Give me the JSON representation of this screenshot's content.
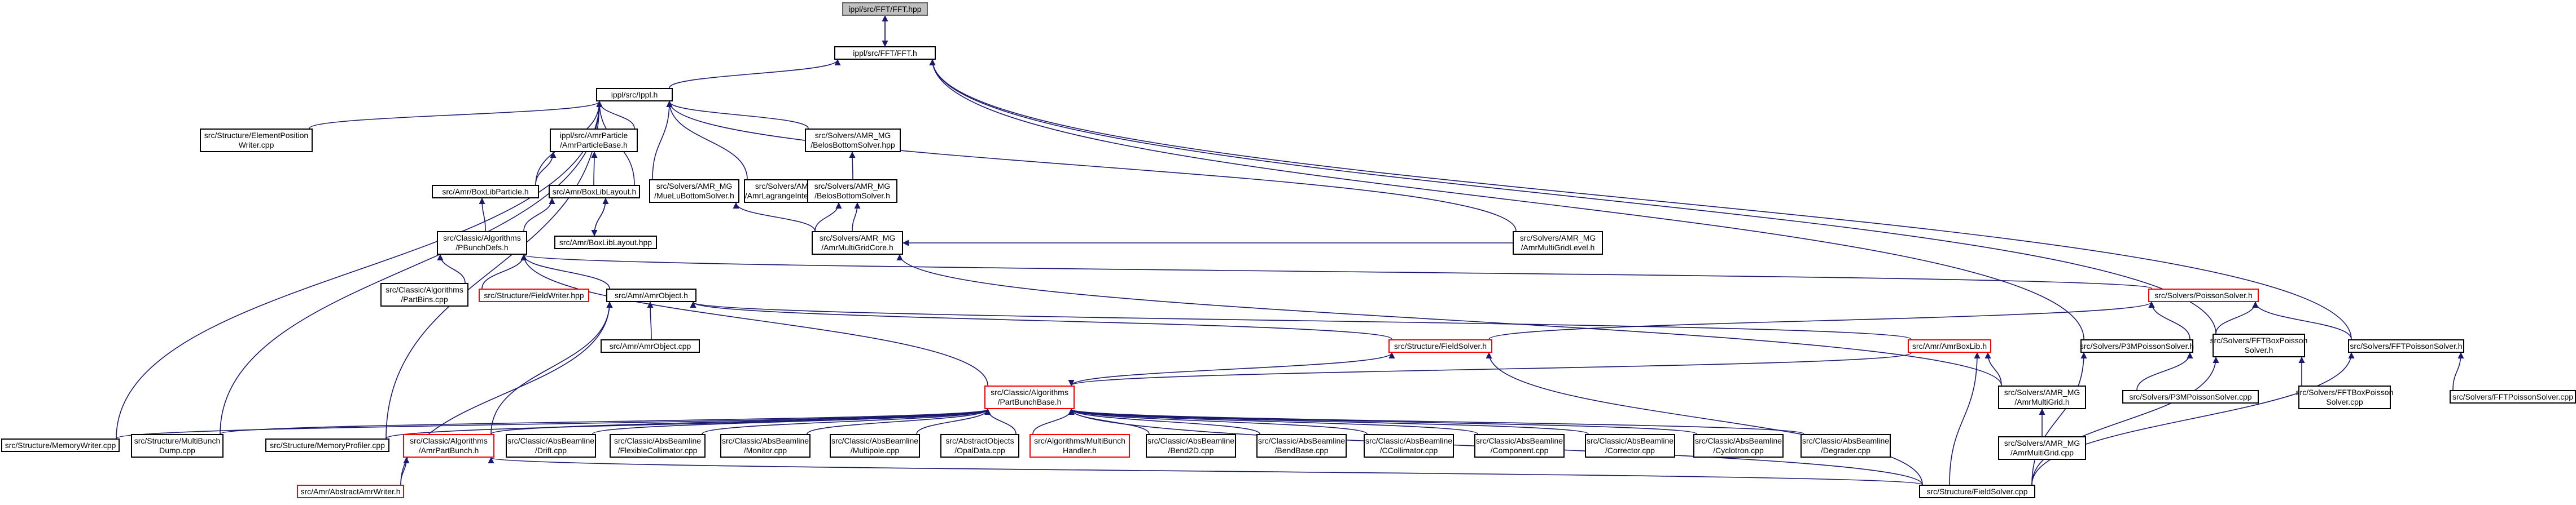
{
  "nodes": [
    {
      "id": "root",
      "label": "ippl/src/FFT/FFT.hpp",
      "style": "root"
    },
    {
      "id": "ffth",
      "label": "ippl/src/FFT/FFT.h",
      "style": "normal"
    },
    {
      "id": "ipplh",
      "label": "ippl/src/Ippl.h",
      "style": "normal"
    },
    {
      "id": "elem",
      "label": "src/Structure/ElementPosition\nWriter.cpp",
      "style": "normal"
    },
    {
      "id": "amrpb",
      "label": "ippl/src/AmrParticle\n/AmrParticleBase.h",
      "style": "normal"
    },
    {
      "id": "boxlibp",
      "label": "src/Amr/BoxLibParticle.h",
      "style": "normal"
    },
    {
      "id": "boxlibl",
      "label": "src/Amr/BoxLibLayout.h",
      "style": "normal"
    },
    {
      "id": "boxliblhpp",
      "label": "src/Amr/BoxLibLayout.hpp",
      "style": "normal"
    },
    {
      "id": "mueluh",
      "label": "src/Solvers/AMR_MG\n/MueLuBottomSolver.h",
      "style": "normal"
    },
    {
      "id": "lagrangeh",
      "label": "src/Solvers/AMR_MG\n/AmrLagrangeInterpolater.h",
      "style": "normal"
    },
    {
      "id": "belhpp",
      "label": "src/Solvers/AMR_MG\n/BelosBottomSolver.hpp",
      "style": "normal"
    },
    {
      "id": "belh",
      "label": "src/Solvers/AMR_MG\n/BelosBottomSolver.h",
      "style": "normal"
    },
    {
      "id": "mgcore",
      "label": "src/Solvers/AMR_MG\n/AmrMultiGridCore.h",
      "style": "normal"
    },
    {
      "id": "mglevel",
      "label": "src/Solvers/AMR_MG\n/AmrMultiGridLevel.h",
      "style": "normal"
    },
    {
      "id": "pbunchdefs",
      "label": "src/Classic/Algorithms\n/PBunchDefs.h",
      "style": "normal"
    },
    {
      "id": "partbins",
      "label": "src/Classic/Algorithms\n/PartBins.cpp",
      "style": "normal"
    },
    {
      "id": "fieldwriter",
      "label": "src/Structure/FieldWriter.hpp",
      "style": "red"
    },
    {
      "id": "amrobjh",
      "label": "src/Amr/AmrObject.h",
      "style": "normal"
    },
    {
      "id": "amrobjcpp",
      "label": "src/Amr/AmrObject.cpp",
      "style": "normal"
    },
    {
      "id": "poissonh",
      "label": "src/Solvers/PoissonSolver.h",
      "style": "red"
    },
    {
      "id": "fieldsolverh",
      "label": "src/Structure/FieldSolver.h",
      "style": "red"
    },
    {
      "id": "amrboxlibh",
      "label": "src/Amr/AmrBoxLib.h",
      "style": "red"
    },
    {
      "id": "p3mh",
      "label": "src/Solvers/P3MPoissonSolver.h",
      "style": "normal"
    },
    {
      "id": "fftboxh",
      "label": "src/Solvers/FFTBoxPoisson\nSolver.h",
      "style": "normal"
    },
    {
      "id": "fftpoissonh",
      "label": "src/Solvers/FFTPoissonSolver.h",
      "style": "normal"
    },
    {
      "id": "p3mcpp",
      "label": "src/Solvers/P3MPoissonSolver.cpp",
      "style": "normal"
    },
    {
      "id": "fftboxcpp",
      "label": "src/Solvers/FFTBoxPoisson\nSolver.cpp",
      "style": "normal"
    },
    {
      "id": "fftpoissoncpp",
      "label": "src/Solvers/FFTPoissonSolver.cpp",
      "style": "normal"
    },
    {
      "id": "mgh",
      "label": "src/Solvers/AMR_MG\n/AmrMultiGrid.h",
      "style": "normal"
    },
    {
      "id": "mgcpp",
      "label": "src/Solvers/AMR_MG\n/AmrMultiGrid.cpp",
      "style": "normal"
    },
    {
      "id": "pbase",
      "label": "src/Classic/Algorithms\n/PartBunchBase.h",
      "style": "red"
    },
    {
      "id": "memwriter",
      "label": "src/Structure/MemoryWriter.cpp",
      "style": "normal"
    },
    {
      "id": "multibunchdump",
      "label": "src/Structure/MultiBunch\nDump.cpp",
      "style": "normal"
    },
    {
      "id": "memprof",
      "label": "src/Structure/MemoryProfiler.cpp",
      "style": "normal"
    },
    {
      "id": "amrpbunch",
      "label": "src/Classic/Algorithms\n/AmrPartBunch.h",
      "style": "red"
    },
    {
      "id": "drift",
      "label": "src/Classic/AbsBeamline\n/Drift.cpp",
      "style": "normal"
    },
    {
      "id": "flexcoll",
      "label": "src/Classic/AbsBeamline\n/FlexibleCollimator.cpp",
      "style": "normal"
    },
    {
      "id": "monitor",
      "label": "src/Classic/AbsBeamline\n/Monitor.cpp",
      "style": "normal"
    },
    {
      "id": "multipole",
      "label": "src/Classic/AbsBeamline\n/Multipole.cpp",
      "style": "normal"
    },
    {
      "id": "opaldata",
      "label": "src/AbstractObjects\n/OpalData.cpp",
      "style": "normal"
    },
    {
      "id": "mbhandler",
      "label": "src/Algorithms/MultiBunch\nHandler.h",
      "style": "red"
    },
    {
      "id": "bend2d",
      "label": "src/Classic/AbsBeamline\n/Bend2D.cpp",
      "style": "normal"
    },
    {
      "id": "bendbase",
      "label": "src/Classic/AbsBeamline\n/BendBase.cpp",
      "style": "normal"
    },
    {
      "id": "ccoll",
      "label": "src/Classic/AbsBeamline\n/CCollimator.cpp",
      "style": "normal"
    },
    {
      "id": "component",
      "label": "src/Classic/AbsBeamline\n/Component.cpp",
      "style": "normal"
    },
    {
      "id": "corrector",
      "label": "src/Classic/AbsBeamline\n/Corrector.cpp",
      "style": "normal"
    },
    {
      "id": "cyclotron",
      "label": "src/Classic/AbsBeamline\n/Cyclotron.cpp",
      "style": "normal"
    },
    {
      "id": "degrader",
      "label": "src/Classic/AbsBeamline\n/Degrader.cpp",
      "style": "normal"
    },
    {
      "id": "amrwriter",
      "label": "src/Amr/AbstractAmrWriter.h",
      "style": "red"
    },
    {
      "id": "fieldsolvercpp",
      "label": "src/Structure/FieldSolver.cpp",
      "style": "normal"
    }
  ]
}
